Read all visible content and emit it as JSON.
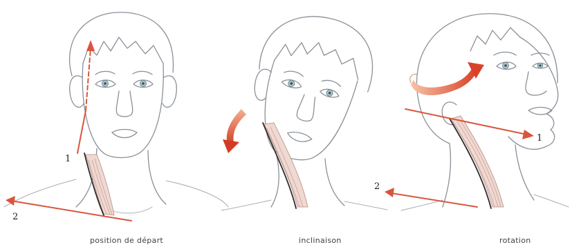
{
  "panels": [
    {
      "caption": "position de départ",
      "labels": [
        "1",
        "2"
      ]
    },
    {
      "caption": "inclinaison",
      "labels": []
    },
    {
      "caption": "rotation",
      "labels": [
        "1",
        "2"
      ]
    }
  ],
  "colors": {
    "arrow": "#d9553e",
    "line": "#8a8f97",
    "muscle": "#efd9d2"
  }
}
